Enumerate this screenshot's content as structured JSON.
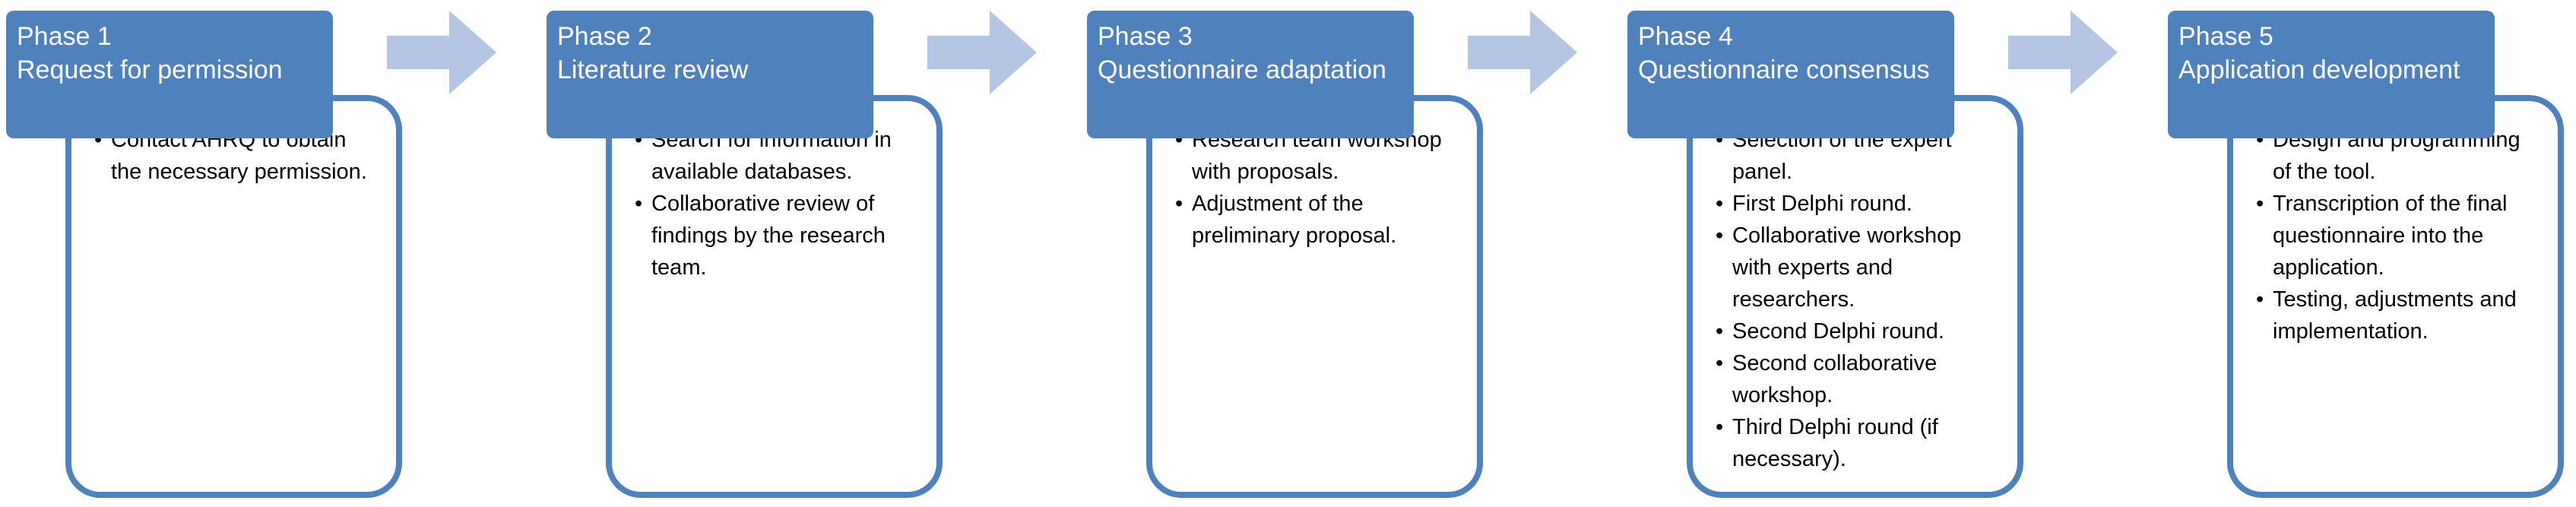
{
  "colors": {
    "accent": "#4f81bd",
    "arrow": "#b4c6e4",
    "header_text": "#ffffff",
    "body_text": "#000000"
  },
  "arrow_icon": "right-arrow-icon",
  "phases": [
    {
      "number": "Phase 1",
      "title": "Request for permission",
      "bullets": [
        "Contact AHRQ to obtain the necessary permission."
      ]
    },
    {
      "number": "Phase 2",
      "title": "Literature review",
      "bullets": [
        "Search for information in available databases.",
        "Collaborative review of findings by the research team."
      ]
    },
    {
      "number": "Phase 3",
      "title": "Questionnaire adaptation",
      "bullets": [
        "Research team workshop with proposals.",
        "Adjustment of the preliminary proposal."
      ]
    },
    {
      "number": "Phase 4",
      "title": "Questionnaire consensus",
      "bullets": [
        "Selection of the expert panel.",
        "First Delphi round.",
        "Collaborative workshop with experts and researchers.",
        "Second Delphi round.",
        "Second collaborative workshop.",
        "Third Delphi round (if necessary)."
      ]
    },
    {
      "number": "Phase 5",
      "title": "Application development",
      "bullets": [
        "Design and programming of the tool.",
        "Transcription of the final questionnaire into the application.",
        "Testing, adjustments and implementation."
      ]
    }
  ]
}
